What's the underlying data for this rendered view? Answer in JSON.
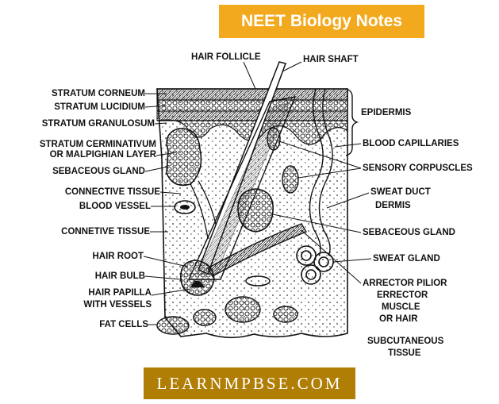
{
  "header": {
    "title": "NEET Biology Notes",
    "bg": "#f2a91d"
  },
  "footer": {
    "site": "LEARNMPBSE.COM",
    "bg": "#b07d05"
  },
  "labels": {
    "hair_follicle": "HAIR FOLLICLE",
    "hair_shaft": "HAIR SHAFT",
    "stratum_corneum": "STRATUM CORNEUM",
    "stratum_lucidium": "STRATUM LUCIDIUM",
    "stratum_granulosum": "STRATUM GRANULOSUM",
    "stratum_germinativum_1": "STRATUM CERMINATIVUM",
    "stratum_germinativum_2": "OR MALPIGHIAN LAYER",
    "sebaceous_gland_left": "SEBACEOUS GLAND",
    "connective_tissue_1": "CONNECTIVE TISSUE",
    "blood_vessel": "BLOOD VESSEL",
    "connective_tissue_2": "CONNETIVE TISSUE",
    "hair_root": "HAIR ROOT",
    "hair_bulb": "HAIR BULB",
    "hair_papilla_1": "HAIR PAPILLA",
    "hair_papilla_2": "WITH VESSELS",
    "fat_cells": "FAT CELLS",
    "epidermis": "EPIDERMIS",
    "blood_capillaries": "BLOOD CAPILLARIES",
    "sensory_corpuscles": "SENSORY CORPUSCLES",
    "sweat_duct": "SWEAT DUCT",
    "dermis": "DERMIS",
    "sebaceous_gland_right": "SEBACEOUS GLAND",
    "sweat_gland": "SWEAT GLAND",
    "arrector_1": "ARRECTOR PILIOR",
    "arrector_2": "ERRECTOR",
    "arrector_3": "MUSCLE",
    "arrector_4": "OR HAIR",
    "subcutaneous_1": "SUBCUTANEOUS",
    "subcutaneous_2": "TISSUE"
  }
}
